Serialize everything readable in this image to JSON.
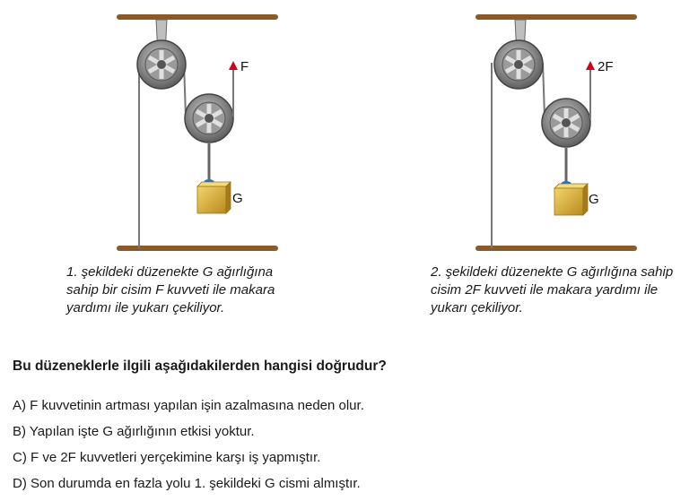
{
  "figure1": {
    "force_label": "F",
    "mass_label": "G",
    "caption": "1. şekildeki düzenekte G ağırlığına sahip bir cisim F kuvveti ile makara yardımı ile yukarı çekiliyor."
  },
  "figure2": {
    "force_label": "2F",
    "mass_label": "G",
    "caption": "2. şekildeki düzenekte G ağırlığına sahip cisim 2F kuvveti ile makara yardımı ile yukarı çekiliyor."
  },
  "question": "Bu düzeneklerle ilgili aşağıdakilerden hangisi doğrudur?",
  "options": [
    "A) F kuvvetinin artması yapılan işin azalmasına neden olur.",
    "B) Yapılan işte G ağırlığının etkisi yoktur.",
    "C) F ve 2F kuvvetleri yerçekimine karşı iş yapmıştır.",
    "D) Son durumda en fazla yolu 1. şekildeki G cismi almıştır."
  ],
  "colors": {
    "wood": "#8b5a2b",
    "pulley": "#7a7a7a",
    "arrow": "#d0021b",
    "box": "#d9b13b"
  }
}
